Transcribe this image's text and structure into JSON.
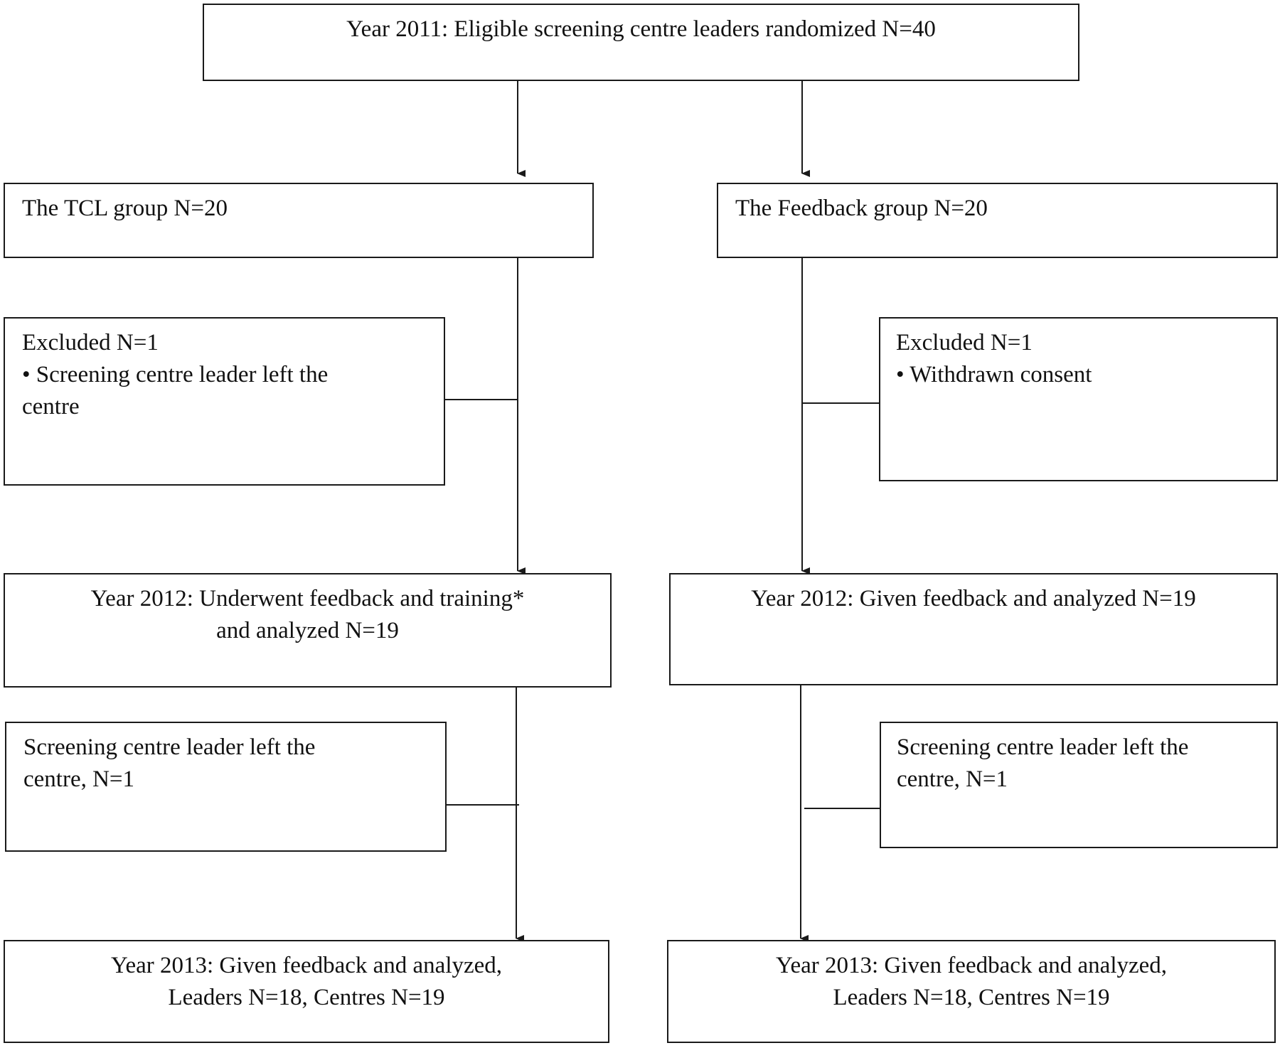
{
  "diagram": {
    "top": {
      "line1": "Year 2011: Eligible screening centre leaders randomized N=40"
    },
    "tcl_group": {
      "line1": "The TCL group N=20"
    },
    "feedback_group": {
      "line1": "The Feedback group N=20"
    },
    "tcl_excluded": {
      "line1": "Excluded N=1",
      "line2": "• Screening centre leader left the",
      "line3": "centre"
    },
    "feedback_excluded": {
      "line1": "Excluded N=1",
      "line2": "• Withdrawn consent"
    },
    "tcl_2012": {
      "line1": "Year 2012: Underwent feedback and training*",
      "line2": "and analyzed N=19"
    },
    "feedback_2012": {
      "line1": "Year 2012: Given feedback and analyzed N=19"
    },
    "tcl_left": {
      "line1": "Screening centre leader left the",
      "line2": "centre, N=1"
    },
    "feedback_left": {
      "line1": "Screening centre leader left the",
      "line2": "centre, N=1"
    },
    "tcl_2013": {
      "line1": "Year 2013: Given feedback and analyzed,",
      "line2": "Leaders N=18, Centres N=19"
    },
    "feedback_2013": {
      "line1": "Year 2013: Given feedback and analyzed,",
      "line2": "Leaders N=18, Centres N=19"
    }
  },
  "colors": {
    "line": "#1a1a1a",
    "background": "#ffffff",
    "text": "#111111"
  }
}
